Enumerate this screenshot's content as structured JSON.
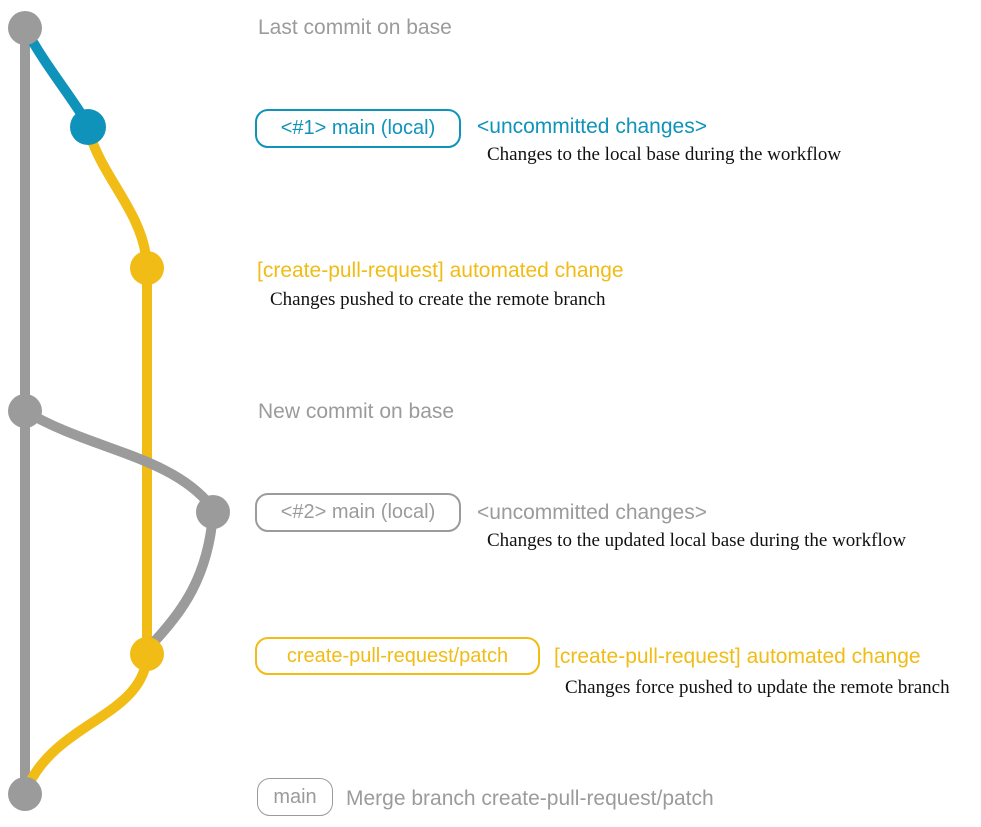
{
  "colors": {
    "gray": "#9B9B9B",
    "teal": "#0F93BA",
    "yellow": "#F0BC15",
    "ink": "#111111",
    "bg": "#FFFFFF"
  },
  "graph": {
    "type": "git-branch-diagram",
    "branches": [
      {
        "name": "base",
        "color": "gray"
      },
      {
        "name": "main (local)",
        "color": "teal / gray"
      },
      {
        "name": "create-pull-request/patch",
        "color": "yellow"
      }
    ],
    "commit_dots": [
      {
        "id": "last-commit-on-base",
        "color": "gray"
      },
      {
        "id": "main-local-1",
        "color": "teal"
      },
      {
        "id": "automated-change-1",
        "color": "yellow"
      },
      {
        "id": "new-commit-on-base",
        "color": "gray"
      },
      {
        "id": "main-local-2",
        "color": "gray"
      },
      {
        "id": "automated-change-2",
        "color": "yellow"
      },
      {
        "id": "merge-commit",
        "color": "gray"
      }
    ]
  },
  "annotations": {
    "row1": {
      "label": "Last commit on base"
    },
    "row2": {
      "badge": "<#1> main (local)",
      "title": "<uncommitted changes>",
      "description": "Changes to the local base during the workflow"
    },
    "row3": {
      "title": "[create-pull-request] automated change",
      "description": "Changes pushed to create the remote branch"
    },
    "row4": {
      "label": "New commit on base"
    },
    "row5": {
      "badge": "<#2> main (local)",
      "title": "<uncommitted changes>",
      "description": "Changes to the updated local base during the workflow"
    },
    "row6": {
      "badge": "create-pull-request/patch",
      "title": "[create-pull-request] automated change",
      "description": "Changes force pushed to update the remote branch"
    },
    "row7": {
      "badge": "main",
      "title": "Merge branch create-pull-request/patch"
    }
  }
}
